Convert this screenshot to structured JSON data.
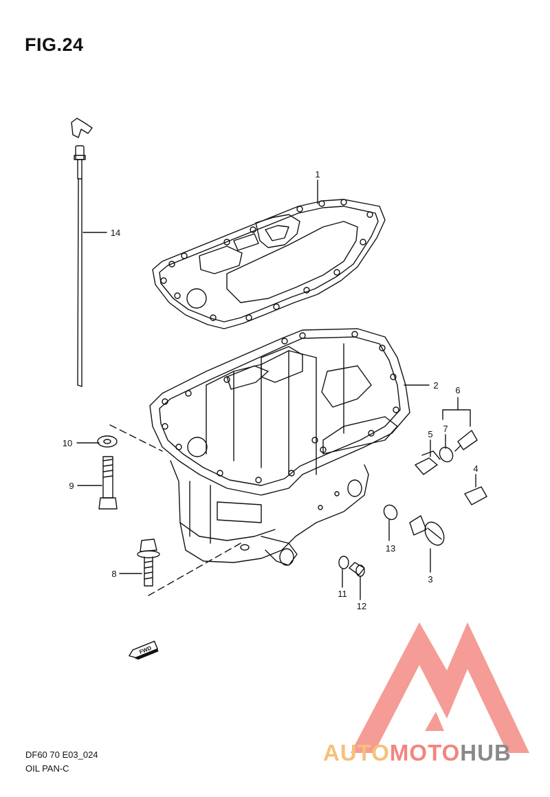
{
  "figure": {
    "title": "FIG.24"
  },
  "callouts": [
    {
      "id": "1",
      "label": "1"
    },
    {
      "id": "2",
      "label": "2"
    },
    {
      "id": "3",
      "label": "3"
    },
    {
      "id": "4",
      "label": "4"
    },
    {
      "id": "5",
      "label": "5"
    },
    {
      "id": "6",
      "label": "6"
    },
    {
      "id": "7",
      "label": "7"
    },
    {
      "id": "8",
      "label": "8"
    },
    {
      "id": "9",
      "label": "9"
    },
    {
      "id": "10",
      "label": "10"
    },
    {
      "id": "11",
      "label": "11"
    },
    {
      "id": "12",
      "label": "12"
    },
    {
      "id": "13",
      "label": "13"
    },
    {
      "id": "14",
      "label": "14"
    }
  ],
  "fwd_marker": {
    "label": "FWD"
  },
  "footer": {
    "code": "DF60 70 E03_024",
    "name": "OIL PAN-C"
  },
  "watermark": {
    "word_a": "AUTO",
    "word_b": "MOTO",
    "word_c": "HUB",
    "colors": {
      "triangle": "#f28b82",
      "auto": "#f7c07a",
      "moto": "#f2867e",
      "hub": "#8a8a8a"
    }
  }
}
